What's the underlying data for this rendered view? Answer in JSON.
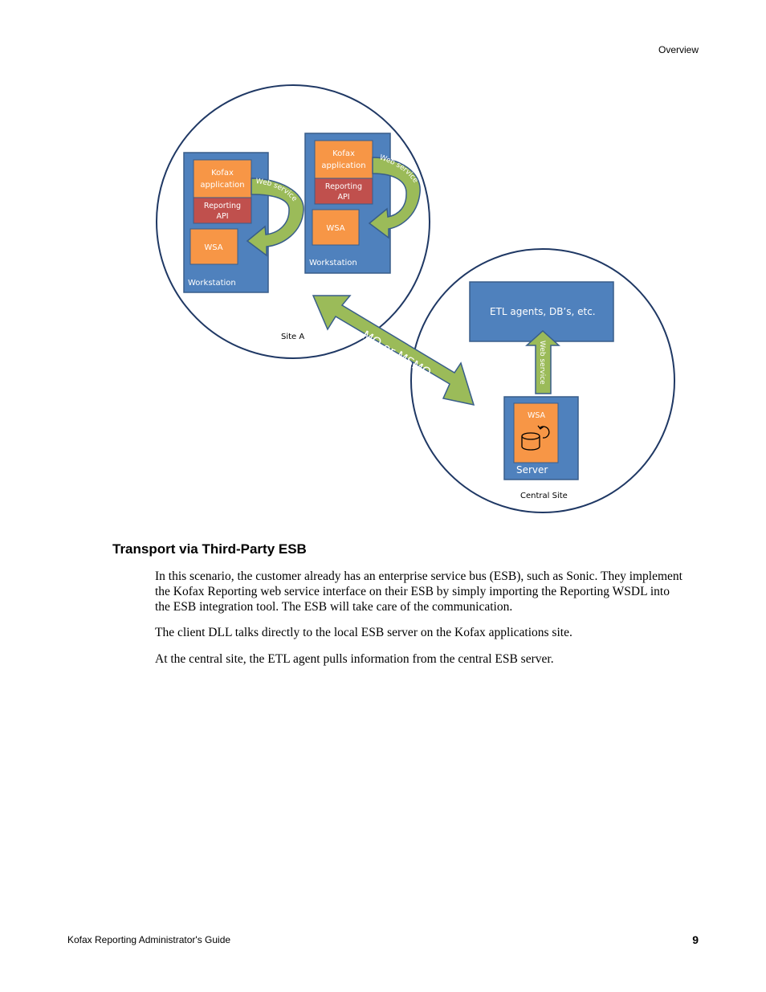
{
  "header": {
    "section": "Overview"
  },
  "diagram": {
    "site_a_label": "Site A",
    "central_site_label": "Central Site",
    "workstation_label": "Workstation",
    "kofax_line1": "Kofax",
    "kofax_line2": "application",
    "reporting_line1": "Reporting",
    "reporting_line2": "API",
    "wsa_label": "WSA",
    "web_service_label": "Web service",
    "mq_label": "MQ or MSMQ",
    "etl_label": "ETL agents, DB’s, etc.",
    "server_label": "Server",
    "colors": {
      "blue_box": "#4f81bd",
      "orange": "#f79646",
      "red": "#c0504d",
      "green": "#9bbb59",
      "circle_stroke": "#1f3864"
    }
  },
  "section": {
    "title": "Transport via Third-Party ESB",
    "paragraphs": [
      "In this scenario, the customer already has an enterprise service bus (ESB), such as Sonic. They implement the Kofax Reporting web service interface on their ESB by simply importing the Reporting WSDL into the ESB integration tool. The ESB will take care of the communication.",
      "The client DLL talks directly to the local ESB server on the Kofax applications site.",
      "At the central site, the ETL agent pulls information from the central ESB server."
    ]
  },
  "footer": {
    "guide_title": "Kofax Reporting Administrator's Guide",
    "page_number": "9"
  }
}
